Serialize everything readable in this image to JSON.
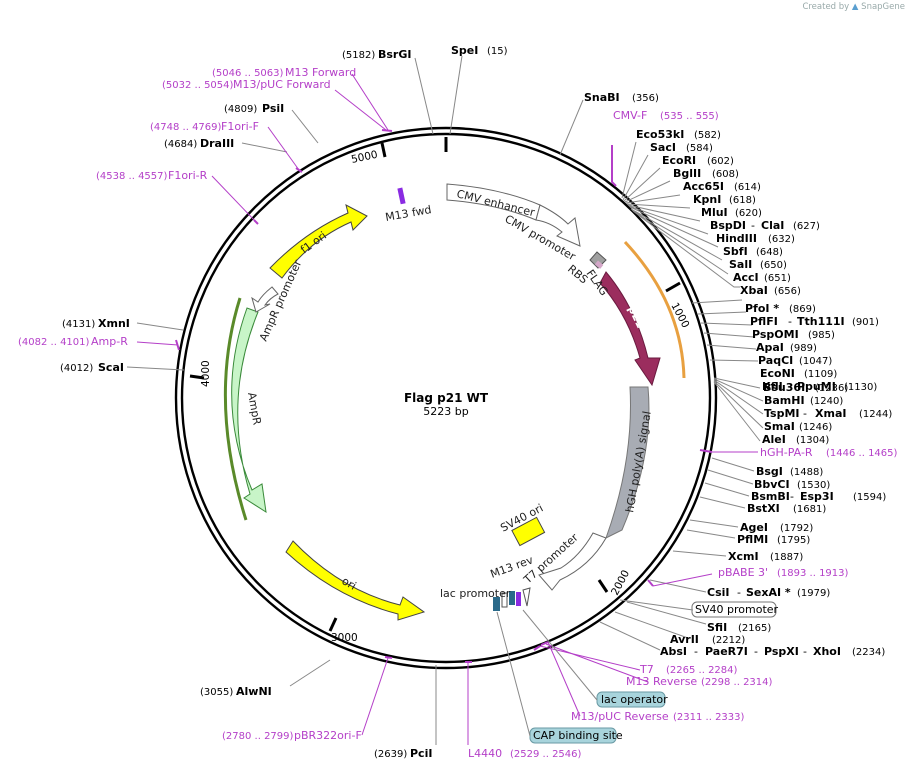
{
  "header": {
    "credit_prefix": "Created by",
    "credit_brand": "SnapGene"
  },
  "plasmid": {
    "name": "Flag p21 WT",
    "size_label": "5223 bp"
  },
  "ticks": [
    {
      "label": "1000"
    },
    {
      "label": "2000"
    },
    {
      "label": "3000"
    },
    {
      "label": "4000"
    },
    {
      "label": "5000"
    }
  ],
  "features": {
    "cmv_enhancer": "CMV enhancer",
    "cmv_promoter": "CMV promoter",
    "flag": "FLAG",
    "rbs": "RBS",
    "p21": "p21",
    "hgh": "hGH poly(A) signal",
    "sv40_ori": "SV40 ori",
    "t7_promoter": "T7 promoter",
    "m13_rev": "M13 rev",
    "lac_promoter": "lac promoter",
    "cap": "CAP",
    "lac_op": "lacO",
    "ori": "ori",
    "ampr": "AmpR",
    "ampr_promoter": "AmpR promoter",
    "f1_ori": "f1 ori",
    "m13_fwd": "M13 fwd"
  },
  "enzymes": {
    "spe1": "SpeI",
    "spe1_pos": "(15)",
    "bsrg1": "BsrGI",
    "bsrg1_pos": "(5182)",
    "snab1": "SnaBI",
    "snab1_pos": "(356)",
    "eco53k1": "Eco53kI",
    "eco53k1_pos": "(582)",
    "sac1": "SacI",
    "sac1_pos": "(584)",
    "ecor1": "EcoRI",
    "ecor1_pos": "(602)",
    "bgl2": "BglII",
    "bgl2_pos": "(608)",
    "acc65": "Acc65I",
    "acc65_pos": "(614)",
    "kpn1": "KpnI",
    "kpn1_pos": "(618)",
    "mlu1": "MluI",
    "mlu1_pos": "(620)",
    "bspd1": "BspDI",
    "cla1": "ClaI",
    "cla1_pos": "(627)",
    "hind3": "HindIII",
    "hind3_pos": "(632)",
    "sbf1": "SbfI",
    "sbf1_pos": "(648)",
    "sal1": "SalI",
    "sal1_pos": "(650)",
    "acc1": "AccI",
    "acc1_pos": "(651)",
    "xba1": "XbaI",
    "xba1_pos": "(656)",
    "pfo1": "PfoI *",
    "pfo1_pos": "(869)",
    "pflf1": "PflFI",
    "tth111": "Tth111I",
    "tth111_pos": "(901)",
    "pspom1": "PspOMI",
    "pspom1_pos": "(985)",
    "apa1": "ApaI",
    "apa1_pos": "(989)",
    "paqc1": "PaqCI",
    "paqc1_pos": "(1047)",
    "econ1": "EcoNI",
    "econ1_pos": "(1109)",
    "kfl1": "KflI",
    "ppum1": "PpuMI",
    "ppum1_pos": "(1130)",
    "bsu36": "Bsu36I",
    "bsu36_pos": "(1236)",
    "bamh1": "BamHI",
    "bamh1_pos": "(1240)",
    "tspm1": "TspMI",
    "xma1": "XmaI",
    "xma1_pos": "(1244)",
    "sma1": "SmaI",
    "sma1_pos": "(1246)",
    "ale1": "AleI",
    "ale1_pos": "(1304)",
    "bsg1": "BsgI",
    "bsg1_pos": "(1488)",
    "bbvc1": "BbvCI",
    "bbvc1_pos": "(1530)",
    "bsmb1": "BsmBI",
    "esp3": "Esp3I",
    "esp3_pos": "(1594)",
    "bstx1": "BstXI",
    "bstx1_pos": "(1681)",
    "age1": "AgeI",
    "age1_pos": "(1792)",
    "pflm1": "PflMI",
    "pflm1_pos": "(1795)",
    "xcm1": "XcmI",
    "xcm1_pos": "(1887)",
    "csi1": "CsiI",
    "sexa1": "SexAI *",
    "sexa1_pos": "(1979)",
    "sfi1": "SfiI",
    "sfi1_pos": "(2165)",
    "avr2": "AvrII",
    "avr2_pos": "(2212)",
    "abs1": "AbsI",
    "paer7": "PaeR7I",
    "pspx1": "PspXI",
    "xho1": "XhoI",
    "xho1_pos": "(2234)",
    "pci1": "PciI",
    "pci1_pos": "(2639)",
    "alwn1": "AlwNI",
    "alwn1_pos": "(3055)",
    "sca1": "ScaI",
    "sca1_pos": "(4012)",
    "xmn1": "XmnI",
    "xmn1_pos": "(4131)",
    "dra3": "DraIII",
    "dra3_pos": "(4684)",
    "psi1": "PsiI",
    "psi1_pos": "(4809)"
  },
  "primers": {
    "cmvf": "CMV-F",
    "cmvf_pos": "(535 .. 555)",
    "hghpar": "hGH-PA-R",
    "hghpar_pos": "(1446 .. 1465)",
    "pbabe3": "pBABE 3'",
    "pbabe3_pos": "(1893 .. 1913)",
    "t7": "T7",
    "t7_pos": "(2265 .. 2284)",
    "m13r": "M13 Reverse",
    "m13r_pos": "(2298 .. 2314)",
    "m13pucr": "M13/pUC Reverse",
    "m13pucr_pos": "(2311 .. 2333)",
    "l4440": "L4440",
    "l4440_pos": "(2529 .. 2546)",
    "pbr322": "pBR322ori-F",
    "pbr322_pos": "(2780 .. 2799)",
    "amprr": "Amp-R",
    "amprr_pos": "(4082 .. 4101)",
    "f1orir": "F1ori-R",
    "f1orir_pos": "(4538 .. 4557)",
    "f1orif": "F1ori-F",
    "f1orif_pos": "(4748 .. 4769)",
    "m13pucf": "M13/pUC Forward",
    "m13pucf_pos": "(5032 .. 5054)",
    "m13f": "M13 Forward",
    "m13f_pos": "(5046 .. 5063)"
  },
  "boxed": {
    "sv40_promoter": "SV40 promoter",
    "lac_operator": "lac operator",
    "cap_site": "CAP binding site"
  },
  "colors": {
    "backbone": "#000000",
    "primer": "#b43fc8",
    "p21": "#9b2d5e",
    "ori": "#ffff00",
    "ampr": "#c8f5c8",
    "hgh": "#a8acb4",
    "cmv": "#ffffff",
    "flag": "#a0a0a0",
    "boxed": "#a8d4dc"
  }
}
